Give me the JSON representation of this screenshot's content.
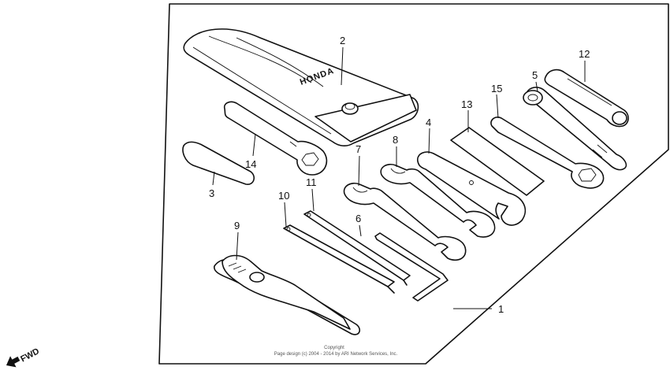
{
  "callouts": {
    "c1": "1",
    "c2": "2",
    "c3": "3",
    "c4": "4",
    "c5": "5",
    "c6": "6",
    "c7": "7",
    "c8": "8",
    "c9": "9",
    "c10": "10",
    "c11": "11",
    "c12": "12",
    "c13": "13",
    "c14": "14",
    "c15": "15"
  },
  "pouch_brand": "HONDA",
  "fwd_label": "FWD",
  "copyright": {
    "line1": "Copyright",
    "line2": "Page design (c) 2004 - 2014 by ARI Network Services, Inc."
  }
}
